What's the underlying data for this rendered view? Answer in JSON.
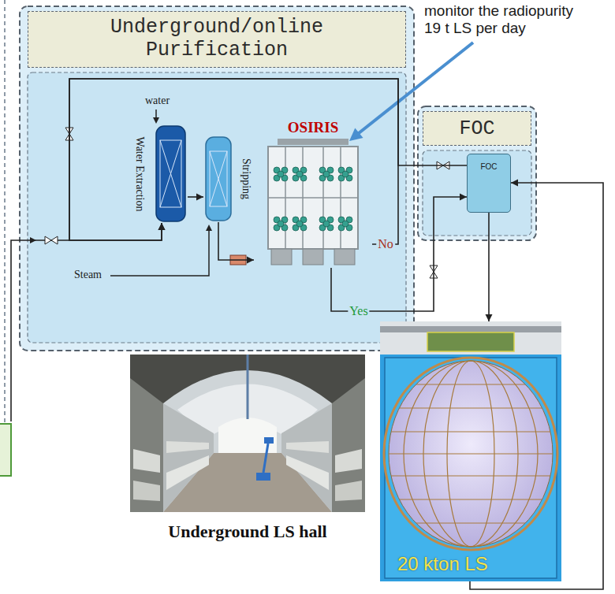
{
  "diagram": {
    "nodes": [
      {
        "text": [
          "Underground/online Purification"
        ]
      },
      {
        "text": [
          "Water Extraction"
        ],
        "in": 0
      },
      {
        "text": [
          "Stripping"
        ],
        "in": 0
      },
      {
        "text": [
          "OSIRIS"
        ],
        "in": 0
      },
      {
        "text": [
          "FOC"
        ]
      },
      {
        "text": [
          "FOC"
        ],
        "in": 4
      },
      {
        "text": [
          "Underground LS hall"
        ]
      },
      {
        "text": [
          "20 kton LS"
        ]
      }
    ],
    "edges": [
      {
        "from": 1,
        "to": 2,
        "arrow": "to"
      },
      {
        "from": 2,
        "to": 3,
        "arrow": "to"
      },
      {
        "from": 3,
        "to": 5,
        "arrow": "to",
        "label": "Yes"
      },
      {
        "from": 3,
        "to": 1,
        "arrow": "to",
        "label": "No"
      },
      {
        "from": 5,
        "to": 1,
        "arrow": "to"
      },
      {
        "from": 5,
        "to": 7,
        "arrow": "to"
      },
      {
        "from": 7,
        "to": 5,
        "arrow": "to"
      }
    ],
    "labels": [
      "monitor the radiopurity",
      "19 t LS per day",
      "water",
      "Steam"
    ]
  }
}
